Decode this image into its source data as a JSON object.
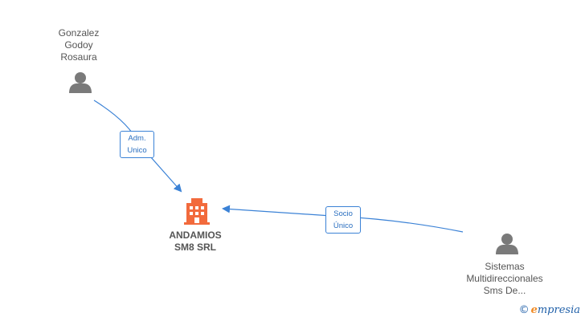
{
  "nodes": {
    "person_top": {
      "name": "Gonzalez\nGodoy\nRosaura"
    },
    "company": {
      "name": "ANDAMIOS\nSM8 SRL"
    },
    "person_right": {
      "name": "Sistemas\nMultidireccionales\nSms De..."
    }
  },
  "edges": {
    "adm": {
      "label": "Adm.\nUnico"
    },
    "socio": {
      "label": "Socio\nÚnico"
    }
  },
  "brand": {
    "symbol": "©",
    "initial": "e",
    "rest": "mpresia"
  },
  "colors": {
    "edge": "#3b82d6",
    "company": "#f26a3c",
    "person": "#7a7a7a"
  }
}
